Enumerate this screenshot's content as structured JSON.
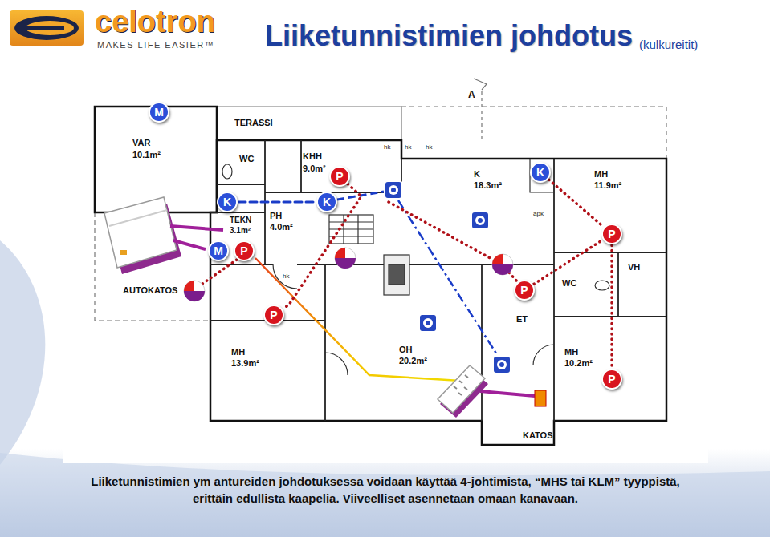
{
  "diagram": {
    "title": "Liiketunnistimien johdotus",
    "caption": "Liiketunnistimien ym antureiden johdotuksessa voidaan käyttää 4-johtimista, “MHS tai KLM” tyyppistä, erittäin edullista kaapelia. Viiveelliset asennetaan omaan kanavaan.",
    "nodes": [
      {
        "text": [
          "M"
        ]
      },
      {
        "text": [
          "K"
        ]
      },
      {
        "text": [
          "P"
        ]
      },
      {
        "text": [
          "K"
        ]
      },
      {
        "text": [
          "K"
        ]
      },
      {
        "text": [
          "P"
        ]
      },
      {
        "text": [
          "M"
        ]
      },
      {
        "text": [
          "P"
        ]
      },
      {
        "text": [
          "P"
        ]
      },
      {
        "text": [
          "P"
        ]
      },
      {
        "text": [
          "P"
        ]
      }
    ],
    "edges": [
      {
        "from": 2,
        "to": 9,
        "arrow": "none"
      },
      {
        "from": 3,
        "to": 4,
        "arrow": "none"
      },
      {
        "from": 1,
        "to": 5,
        "arrow": "none"
      },
      {
        "from": 8,
        "to": 5,
        "arrow": "none"
      },
      {
        "from": 5,
        "to": 10,
        "arrow": "none"
      }
    ],
    "labels": [
      "celotron",
      "MAKES LIFE EASIER™",
      "(kulkureitit)",
      "A",
      "TERASSI",
      "VAR",
      "10.1m²",
      "WC",
      "KHH",
      "9.0m²",
      "hk",
      "hk",
      "hk",
      "K",
      "18.3m²",
      "MH",
      "11.9m²",
      "apk",
      "TEKN",
      "3.1m²",
      "PH",
      "4.0m²",
      "hk",
      "AUTOKATOS",
      "VH",
      "WC",
      "ET",
      "MH",
      "13.9m²",
      "OH",
      "20.2m²",
      "MH",
      "10.2m²",
      "KATOS"
    ]
  }
}
